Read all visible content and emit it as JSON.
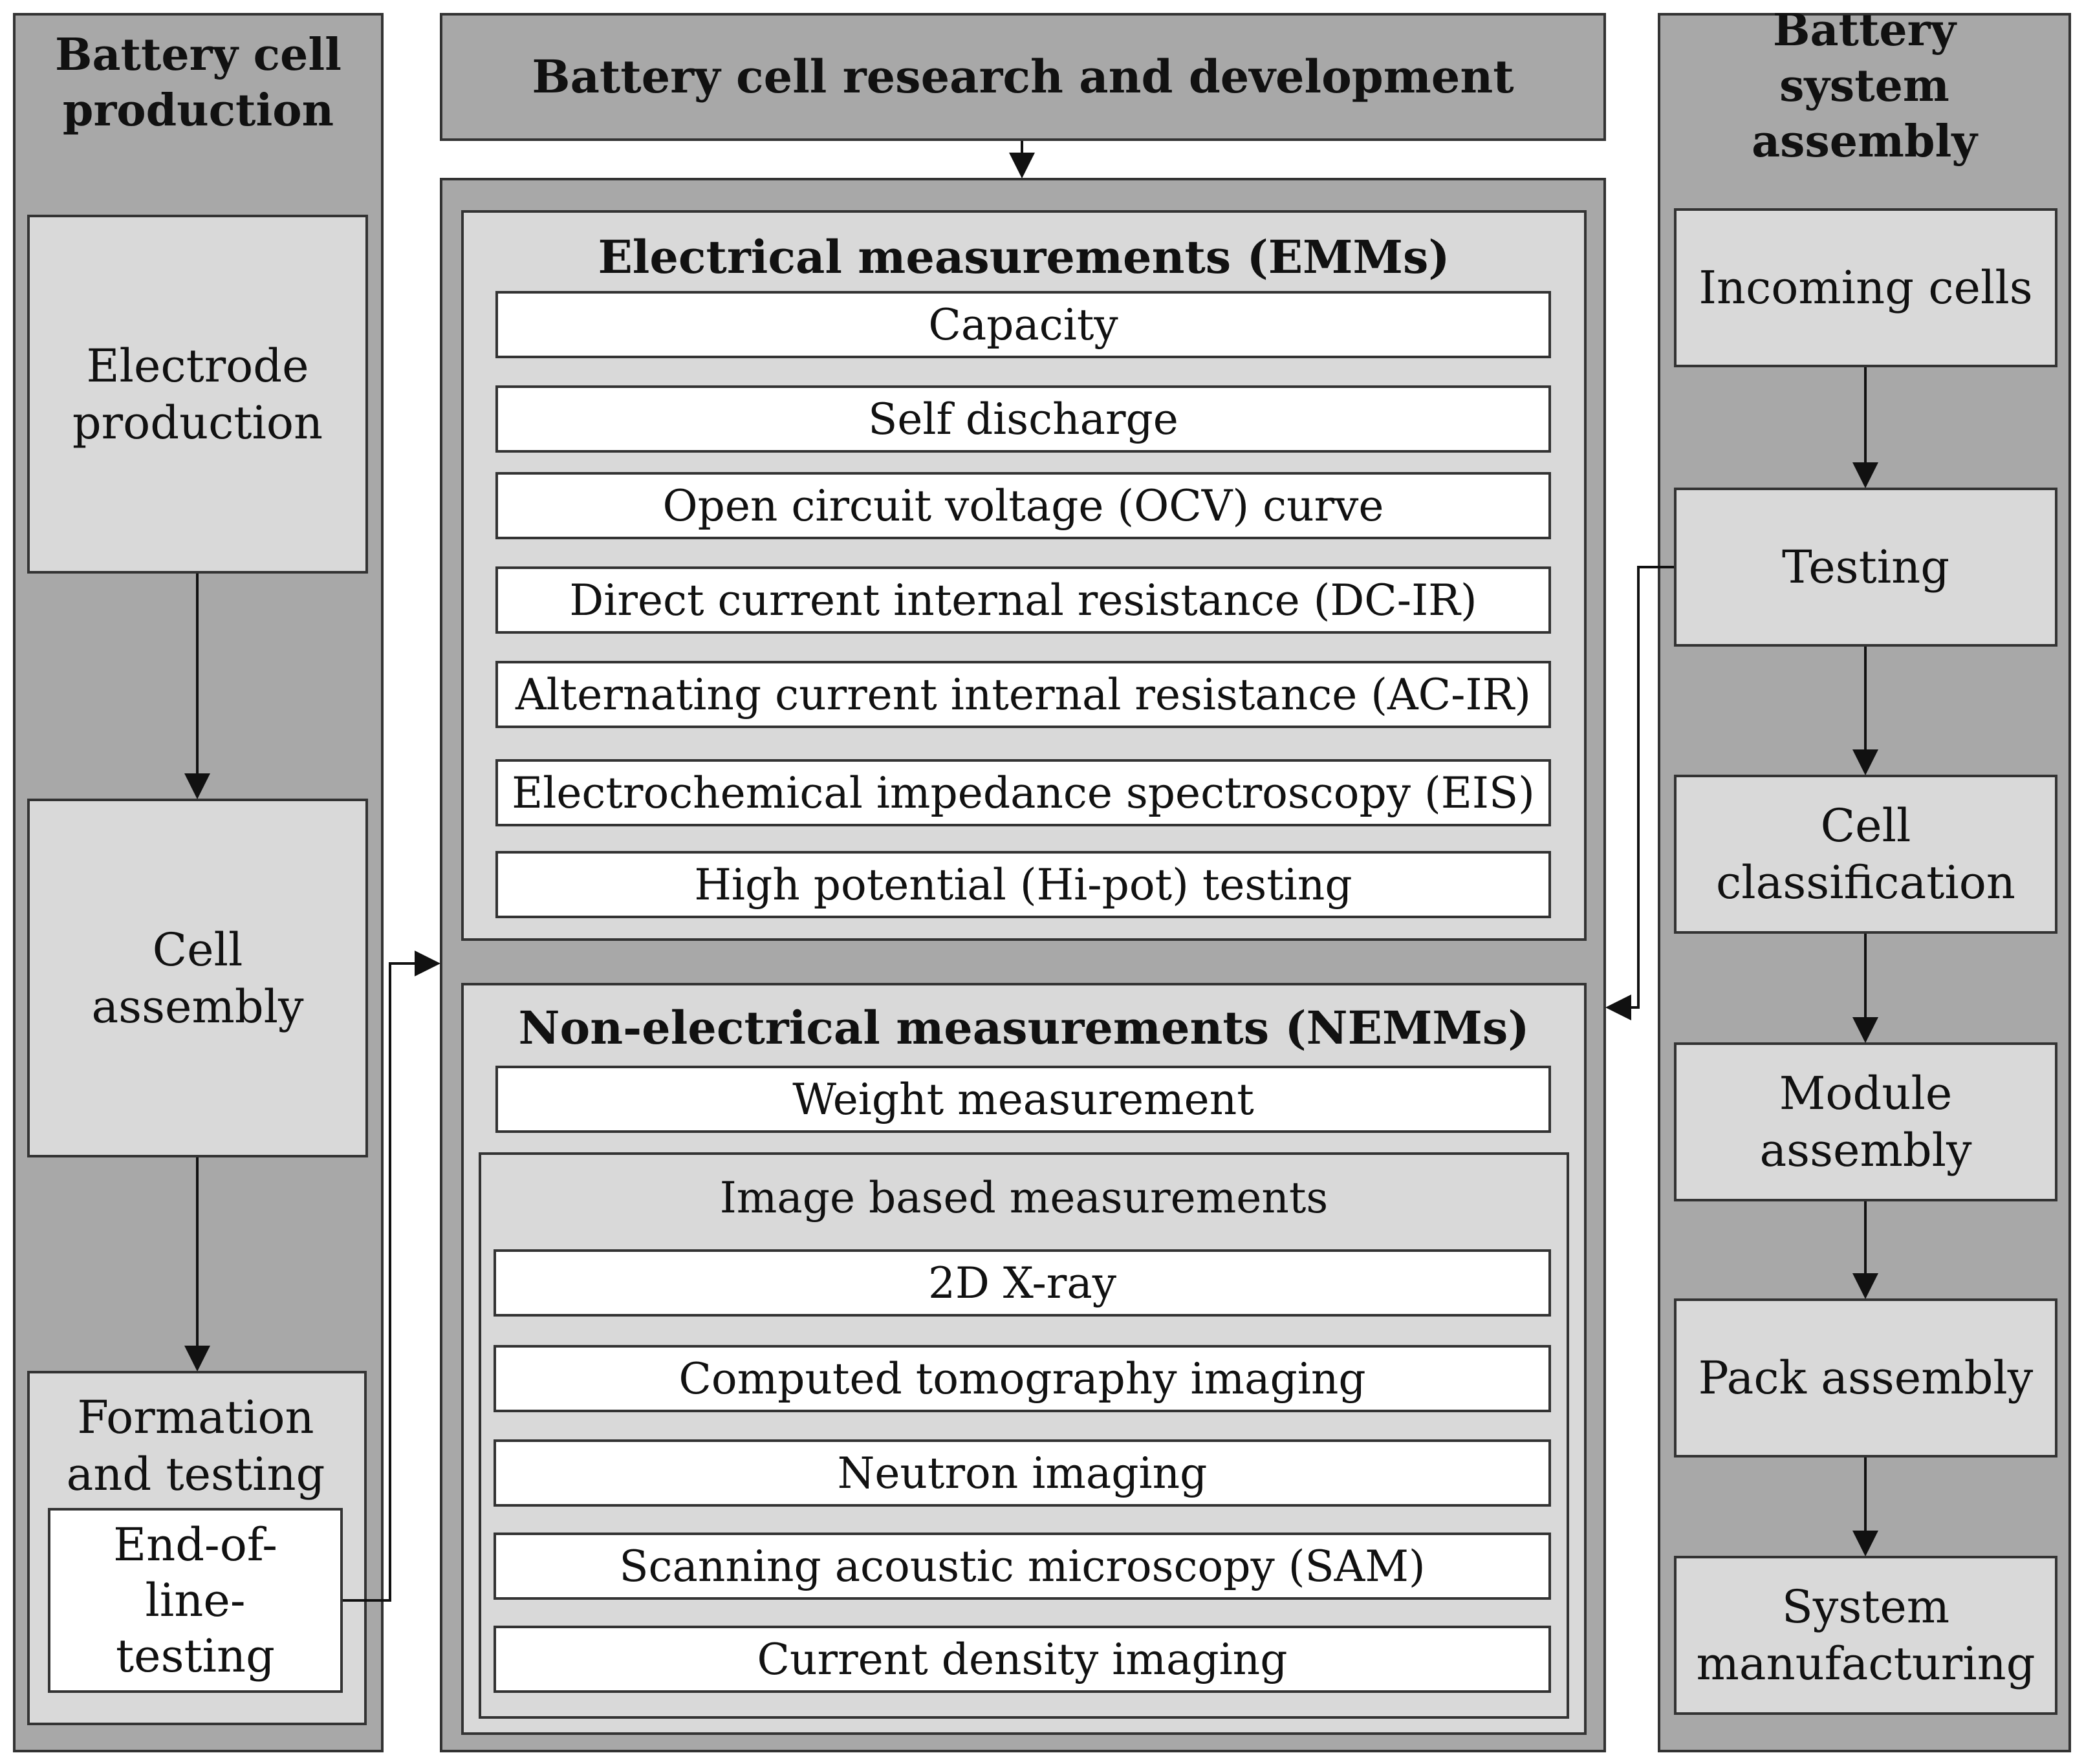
{
  "left": {
    "title": "Battery cell production",
    "steps": [
      "Electrode production",
      "Cell assembly",
      "Formation and testing"
    ],
    "eol": "End-of-line-testing"
  },
  "center": {
    "title": "Battery cell research and development",
    "emm": {
      "title": "Electrical measurements (EMMs)",
      "items": [
        "Capacity",
        "Self discharge",
        "Open circuit voltage (OCV) curve",
        "Direct current internal resistance (DC-IR)",
        "Alternating current internal resistance (AC-IR)",
        "Electrochemical impedance spectroscopy (EIS)",
        "High potential (Hi-pot) testing"
      ]
    },
    "nemm": {
      "title": "Non-electrical measurements (NEMMs)",
      "weight": "Weight measurement",
      "image": {
        "title": "Image based measurements",
        "items": [
          "2D X-ray",
          "Computed tomography imaging",
          "Neutron imaging",
          "Scanning acoustic microscopy (SAM)",
          "Current density imaging"
        ]
      }
    }
  },
  "right": {
    "title": "Battery system assembly",
    "steps": [
      "Incoming cells",
      "Testing",
      "Cell classification",
      "Module assembly",
      "Pack assembly",
      "System manufacturing"
    ]
  }
}
